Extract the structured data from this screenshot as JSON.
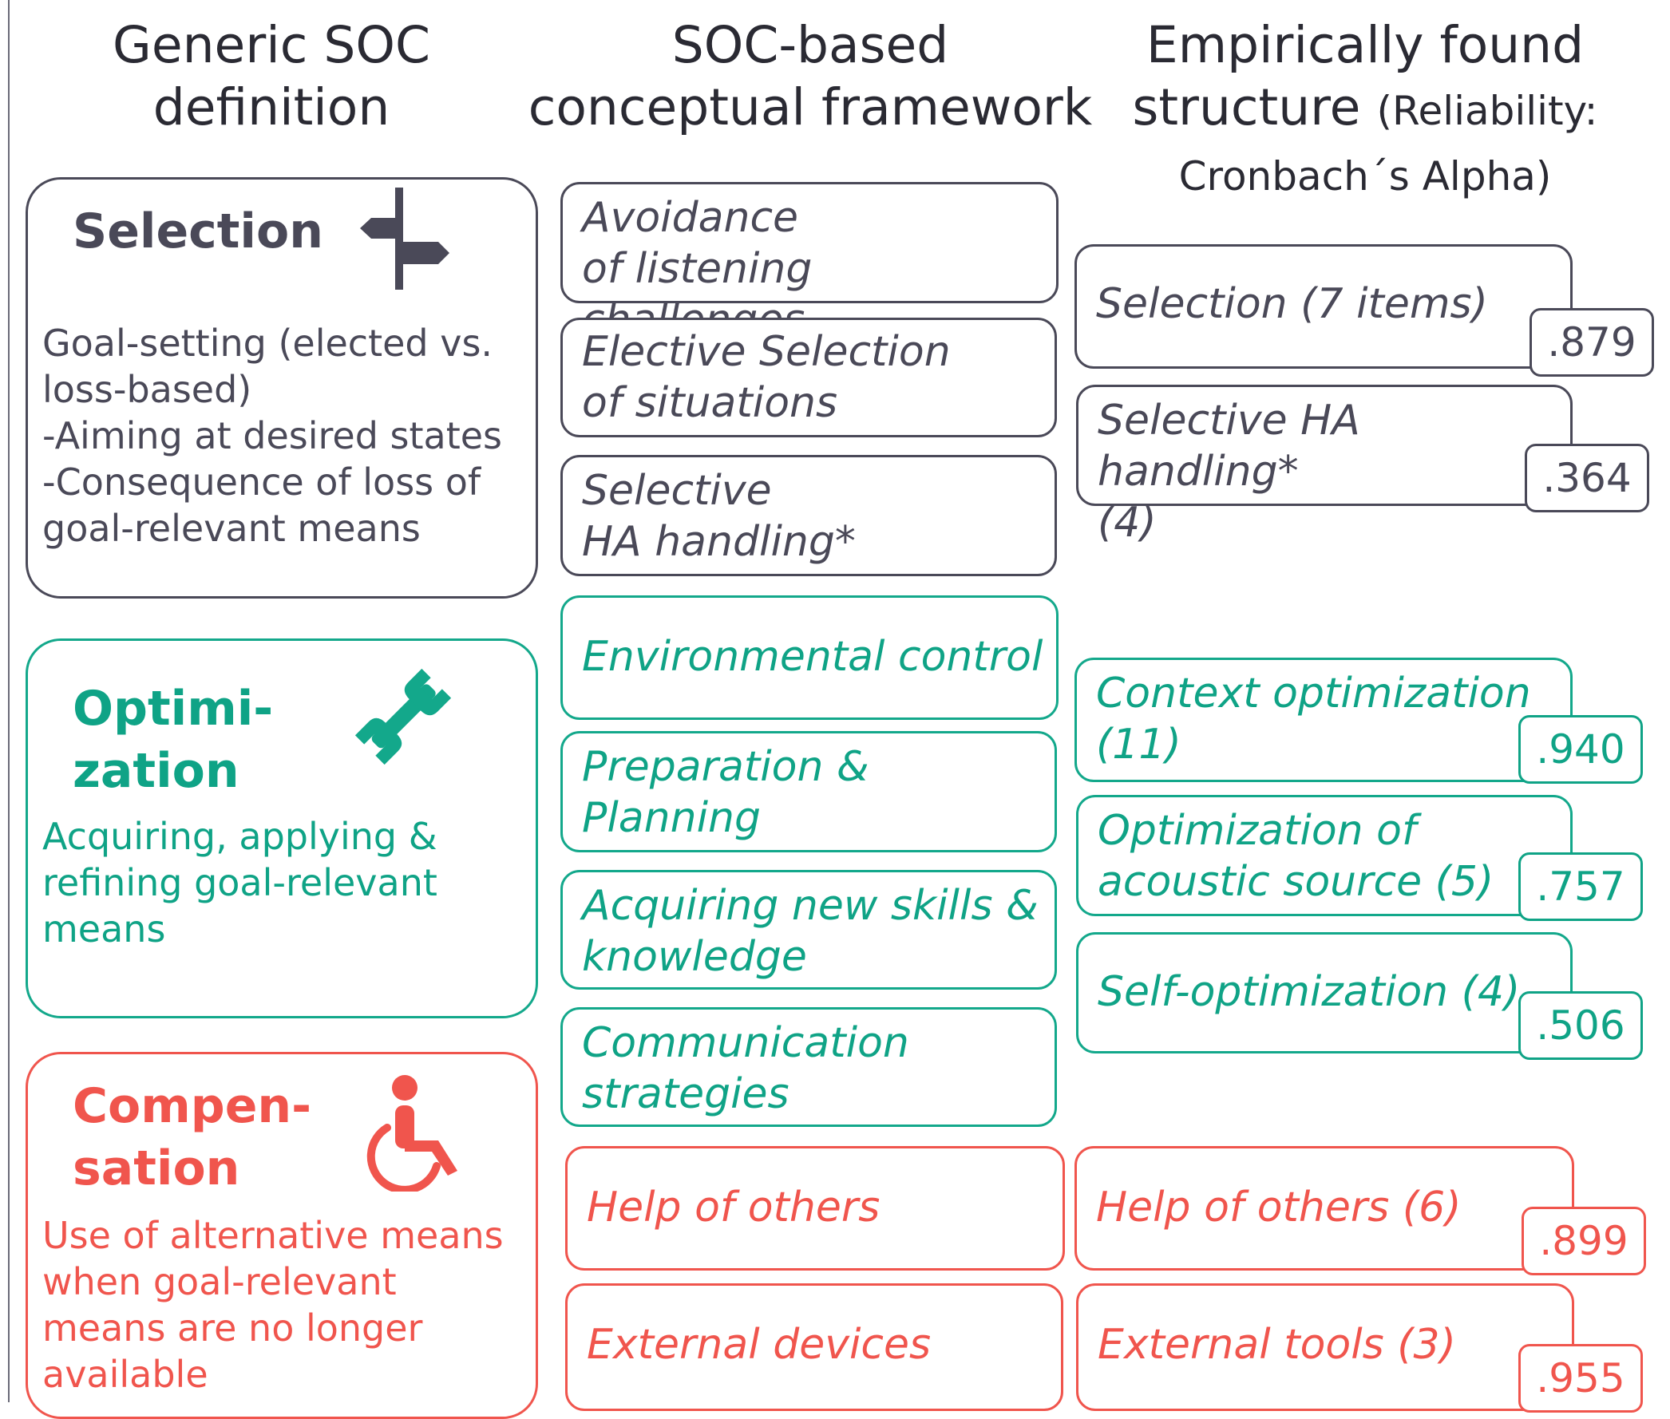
{
  "headers": {
    "col1": "Generic SOC definition",
    "col2": "SOC-based conceptual framework",
    "col3_main": "Empirically found structure",
    "col3_small": "(Reliability: Cronbach´s Alpha)"
  },
  "definitions": {
    "selection": {
      "title": "Selection",
      "text": "Goal-setting (elected vs.\nloss-based)\n-Aiming at desired states\n-Consequence of loss  of\n  goal-relevant means",
      "icon": "signpost-icon"
    },
    "optimization": {
      "title": "Optimi-\nzation",
      "text": "Acquiring, applying &\nrefining goal-relevant\nmeans",
      "icon": "wrench-icon"
    },
    "compensation": {
      "title": "Compen-\nsation",
      "text": "Use of alternative means\nwhen  goal-relevant\nmeans are no longer\navailable",
      "icon": "wheelchair-icon"
    }
  },
  "framework": {
    "avoidance": "Avoidance\nof listening challenges",
    "elective": "Elective Selection\nof situations",
    "selective_ha": "Selective\nHA handling*",
    "environmental": "Environmental control",
    "preparation": "Preparation &\nPlanning",
    "acquiring": "Acquiring new skills &\nknowledge",
    "communication": "Communication\nstrategies",
    "help": "Help of others",
    "devices": "External devices"
  },
  "empirical": {
    "selection": {
      "label": "Selection (7 items)",
      "alpha": ".879"
    },
    "selective_ha": {
      "label": "Selective HA handling*\n(4)",
      "alpha": ".364"
    },
    "context": {
      "label": "Context optimization\n(11)",
      "alpha": ".940"
    },
    "acoustic": {
      "label": "Optimization of\nacoustic source (5)",
      "alpha": ".757"
    },
    "self": {
      "label": "Self-optimization (4)",
      "alpha": ".506"
    },
    "help": {
      "label": "Help of others (6)",
      "alpha": ".899"
    },
    "tools": {
      "label": "External tools (3)",
      "alpha": ".955"
    }
  },
  "colors": {
    "selection": "#4a4958",
    "optimization": "#13a88b",
    "compensation": "#f0554d"
  }
}
